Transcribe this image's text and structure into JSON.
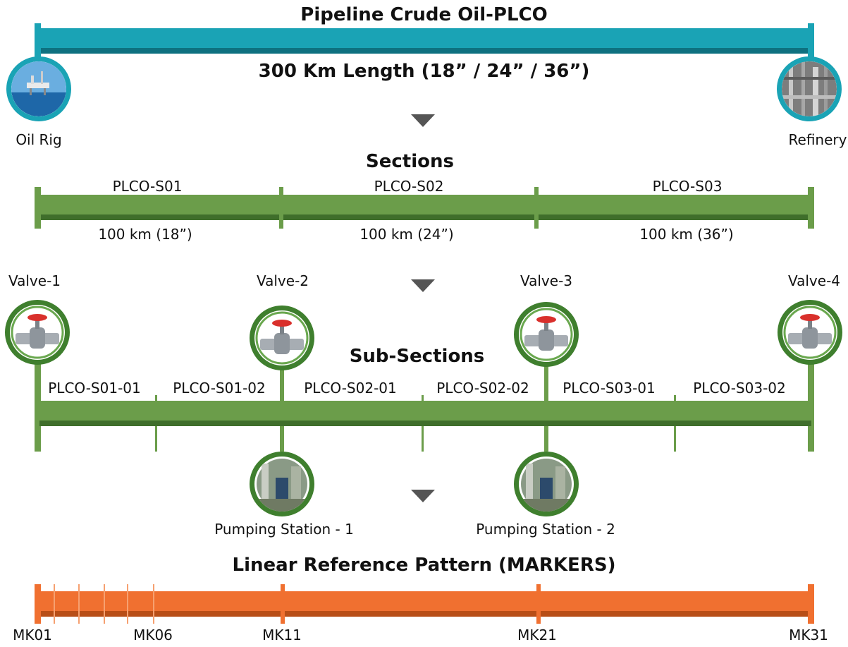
{
  "pipeline": {
    "title": "Pipeline Crude Oil-PLCO",
    "length_label": "300 Km Length (18” / 24” / 36”)",
    "start_label": "Oil Rig",
    "end_label": "Refinery",
    "color": "#1aa3b5"
  },
  "sections": {
    "heading": "Sections",
    "color": "#6b9d4a",
    "items": [
      {
        "name": "PLCO-S01",
        "length": "100 km (18”)"
      },
      {
        "name": "PLCO-S02",
        "length": "100 km (24”)"
      },
      {
        "name": "PLCO-S03",
        "length": "100 km (36”)"
      }
    ]
  },
  "subsections": {
    "heading": "Sub-Sections",
    "valves": [
      "Valve-1",
      "Valve-2",
      "Valve-3",
      "Valve-4"
    ],
    "items": [
      "PLCO-S01-01",
      "PLCO-S01-02",
      "PLCO-S02-01",
      "PLCO-S02-02",
      "PLCO-S03-01",
      "PLCO-S03-02"
    ],
    "pumping_stations": [
      "Pumping Station - 1",
      "Pumping Station - 2"
    ]
  },
  "markers": {
    "heading": "Linear Reference Pattern (MARKERS)",
    "color": "#f07030",
    "labels": [
      "MK01",
      "MK06",
      "MK11",
      "MK21",
      "MK31"
    ]
  }
}
